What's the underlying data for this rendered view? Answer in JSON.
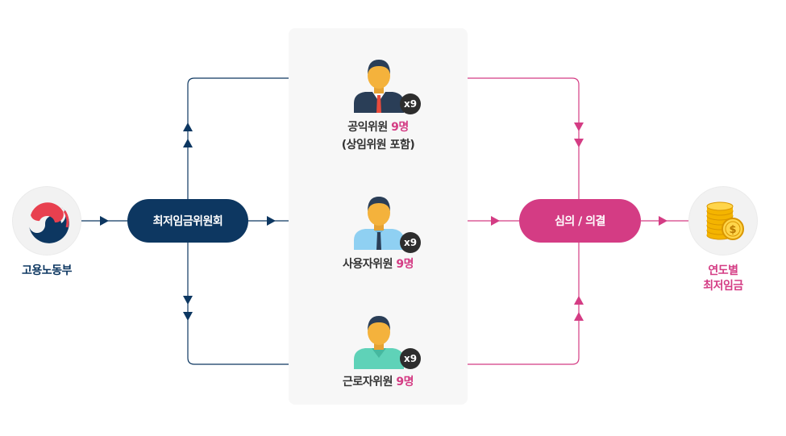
{
  "ministry": {
    "label": "고용노동부"
  },
  "commission": {
    "label": "최저임금위원회"
  },
  "members": [
    {
      "role": "공익위원 ",
      "count": "9명",
      "note": "(상임위원 포함)",
      "badge": "x9",
      "suit_color": "#2a3e57",
      "shirt_color": "#ffffff",
      "tie_color": "#e94b3c"
    },
    {
      "role": "사용자위원 ",
      "count": "9명",
      "note": "",
      "badge": "x9",
      "suit_color": "#8fd0f2",
      "shirt_color": "#8fd0f2",
      "tie_color": "#2a3e57"
    },
    {
      "role": "근로자위원 ",
      "count": "9명",
      "note": "",
      "badge": "x9",
      "suit_color": "#5fd2b8",
      "shirt_color": "#5fd2b8",
      "tie_color": "#5fd2b8"
    }
  ],
  "deliberation": {
    "label": "심의 / 의결"
  },
  "result": {
    "line1": "연도별",
    "line2": "최저임금"
  },
  "colors": {
    "navy": "#0d3761",
    "pink": "#d43c84",
    "panel": "#f7f7f7",
    "skin": "#f4b23c",
    "hair": "#2a3e57",
    "coin": "#f4b400"
  }
}
